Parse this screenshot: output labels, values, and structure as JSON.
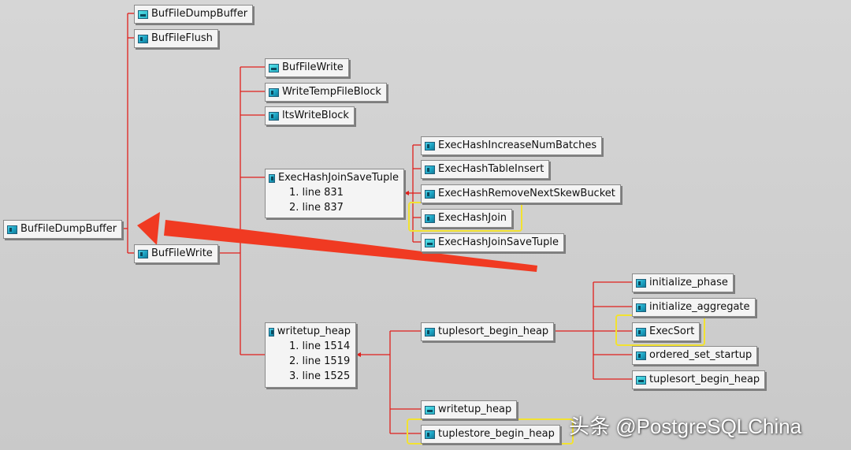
{
  "nodes": {
    "root": "BufFileDumpBuffer",
    "n_bfdb2": "BufFileDumpBuffer",
    "n_bfflush": "BufFileFlush",
    "n_bfwrite": "BufFileWrite",
    "n_bfwrite2": "BufFileWrite",
    "n_wtfb": "WriteTempFileBlock",
    "n_ltswb": "ltsWriteBlock",
    "n_ehjst": "ExecHashJoinSaveTuple",
    "n_ehjst_l1": "1. line 831",
    "n_ehjst_l2": "2. line 837",
    "n_ehinb": "ExecHashIncreaseNumBatches",
    "n_ehti": "ExecHashTableInsert",
    "n_ehrnsb": "ExecHashRemoveNextSkewBucket",
    "n_ehj": "ExecHashJoin",
    "n_ehjst2": "ExecHashJoinSaveTuple",
    "n_wth": "writetup_heap",
    "n_wth_l1": "1. line 1514",
    "n_wth_l2": "2. line 1519",
    "n_wth_l3": "3. line 1525",
    "n_tbh": "tuplesort_begin_heap",
    "n_wth2": "writetup_heap",
    "n_tsbh": "tuplestore_begin_heap",
    "n_ip": "initialize_phase",
    "n_ia": "initialize_aggregate",
    "n_es": "ExecSort",
    "n_oss": "ordered_set_startup",
    "n_tbh2": "tuplesort_begin_heap"
  },
  "watermark": "头条 @PostgreSQLChina",
  "colors": {
    "wire": "#e0201c",
    "arrow": "#f03a22",
    "highlight": "#f2e230",
    "background": "#cfcfcf"
  }
}
